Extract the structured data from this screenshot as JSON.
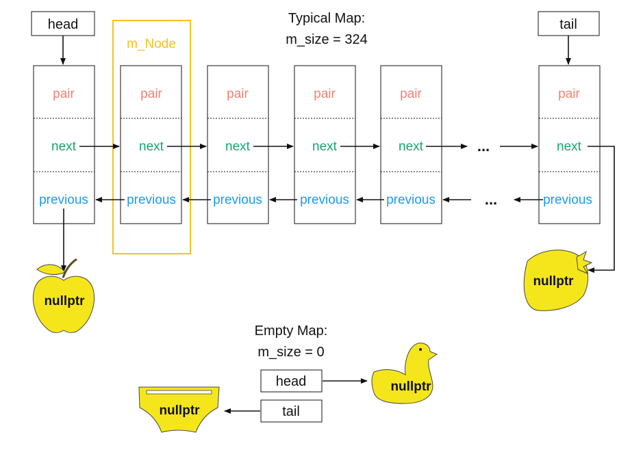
{
  "typical_map": {
    "title": "Typical Map:",
    "size_label": "m_size = 324",
    "head_label": "head",
    "tail_label": "tail",
    "node_class_label": "m_Node",
    "ellipsis": "...",
    "node_fields": {
      "pair": "pair",
      "next": "next",
      "previous": "previous"
    },
    "head_null": "nullptr",
    "tail_null": "nullptr"
  },
  "empty_map": {
    "title": "Empty Map:",
    "size_label": "m_size = 0",
    "head_label": "head",
    "tail_label": "tail",
    "head_null": "nullptr",
    "tail_null": "nullptr"
  },
  "colors": {
    "pair": "#f08272",
    "next": "#15a56f",
    "previous": "#1a9bec",
    "highlight": "#f6c21c",
    "nullptr_fill": "#f5e61c"
  },
  "icons": {
    "head_null": "apple-icon",
    "tail_null": "strawberry-icon",
    "empty_head_null": "rubber-duck-icon",
    "empty_tail_null": "underwear-icon"
  }
}
